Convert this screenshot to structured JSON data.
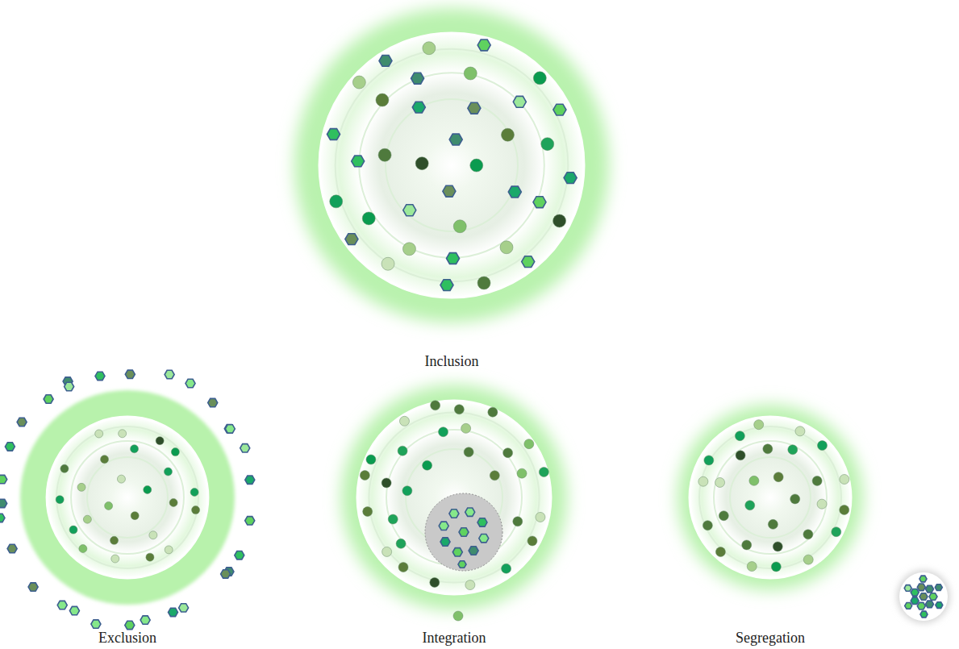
{
  "diagram": {
    "nodes": [
      {
        "text": [
          "Inclusion"
        ]
      },
      {
        "text": [
          "Exclusion"
        ]
      },
      {
        "text": [
          "Integration"
        ]
      },
      {
        "text": [
          "Segregation"
        ]
      }
    ]
  }
}
